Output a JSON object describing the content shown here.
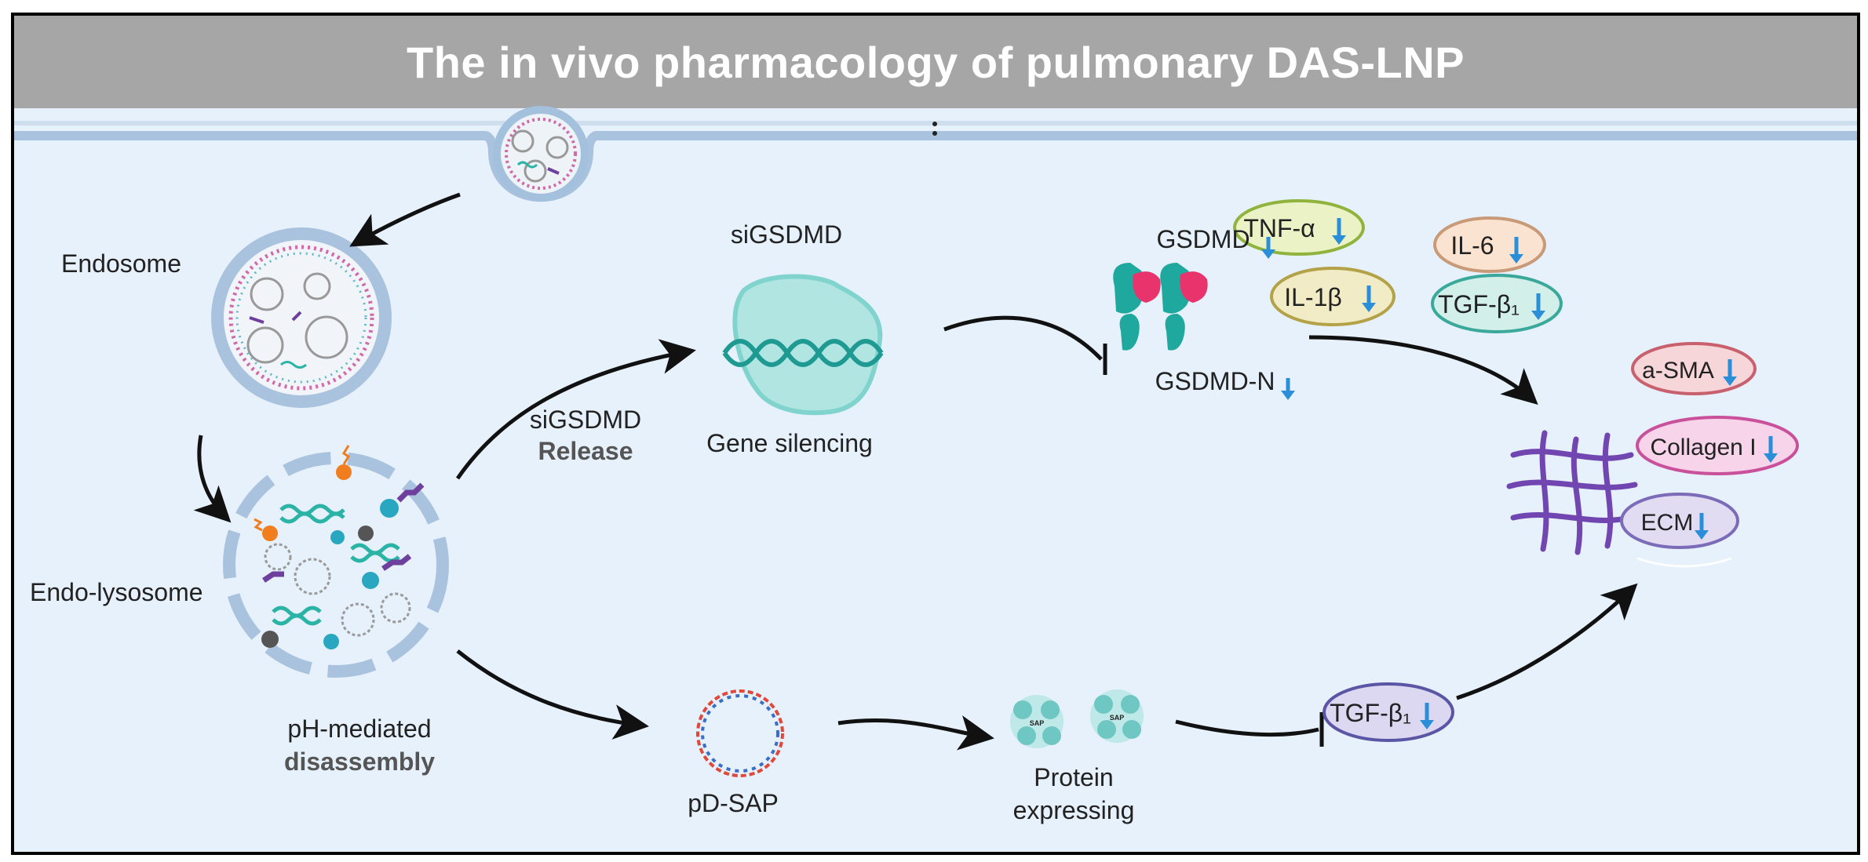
{
  "title": "The in vivo pharmacology of pulmonary DAS-LNP",
  "labels": {
    "endosome": "Endosome",
    "endo_lysosome": "Endo-lysosome",
    "ph_mediated": "pH-mediated",
    "disassembly": "disassembly",
    "sigsdmd_release_top": "siGSDMD",
    "release": "Release",
    "sigsdmd": "siGSDMD",
    "gene_silencing": "Gene silencing",
    "gsdmd": "GSDMD",
    "gsdmd_n": "GSDMD-N",
    "pd_sap": "pD-SAP",
    "protein": "Protein",
    "expressing": "expressing",
    "sap_a": "SAP",
    "sap_b": "SAP"
  },
  "cytokines": [
    {
      "id": "tnf",
      "label": "TNF-α",
      "fill": "#eaf2c6",
      "stroke": "#8fb33c"
    },
    {
      "id": "il6",
      "label": "IL-6",
      "fill": "#fbe3d2",
      "stroke": "#c89a78"
    },
    {
      "id": "il1b",
      "label": "IL-1β",
      "fill": "#f2ecc6",
      "stroke": "#b3a247"
    },
    {
      "id": "tgfb1-top",
      "label": "TGF-β₁",
      "fill": "#d3efe9",
      "stroke": "#3aa89a"
    }
  ],
  "fibrosis_markers": [
    {
      "id": "asma",
      "label": "a-SMA",
      "fill": "#f7d6da",
      "stroke": "#c8606e"
    },
    {
      "id": "collagen",
      "label": "Collagen I",
      "fill": "#f8d4ea",
      "stroke": "#c9509a"
    },
    {
      "id": "ecm",
      "label": "ECM",
      "fill": "#e2dcf2",
      "stroke": "#7b6bb8"
    }
  ],
  "tgf_bottom": {
    "label": "TGF-β₁",
    "fill": "#dcd8f2",
    "stroke": "#5b55a6"
  },
  "colors": {
    "background": "#e6f1fb",
    "membrane": "#a9c3de",
    "down_arrow": "#2a8fd8",
    "teal": "#2bb3a6",
    "purple": "#6f3f9e",
    "orange": "#f07d1e",
    "dna_red": "#e0483b",
    "dna_blue": "#3a6fc4"
  }
}
